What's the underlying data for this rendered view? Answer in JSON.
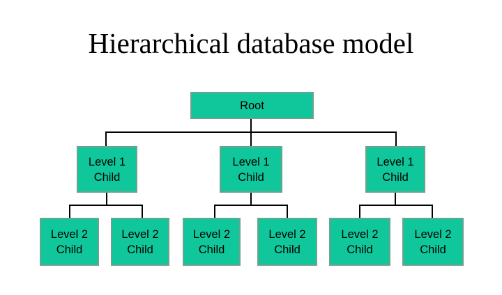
{
  "title": "Hierarchical database model",
  "colors": {
    "background": "#ffffff",
    "node_fill": "#0fc79a",
    "node_border": "#6fa28e",
    "connector": "#000000",
    "text": "#000000"
  },
  "nodes": {
    "root": {
      "label": "Root"
    },
    "level1": [
      {
        "label": "Level 1\nChild"
      },
      {
        "label": "Level 1\nChild"
      },
      {
        "label": "Level 1\nChild"
      }
    ],
    "level2": [
      {
        "label": "Level 2\nChild"
      },
      {
        "label": "Level 2\nChild"
      },
      {
        "label": "Level 2\nChild"
      },
      {
        "label": "Level 2\nChild"
      },
      {
        "label": "Level 2\nChild"
      },
      {
        "label": "Level 2\nChild"
      }
    ]
  }
}
